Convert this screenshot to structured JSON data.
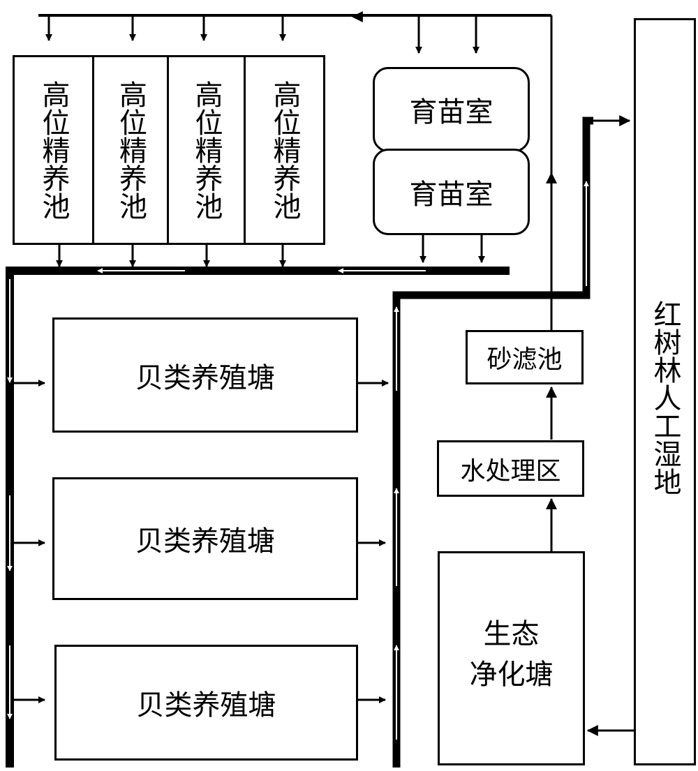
{
  "nodes": {
    "high_pool_1": "高位精养池",
    "high_pool_2": "高位精养池",
    "high_pool_3": "高位精养池",
    "high_pool_4": "高位精养池",
    "nursery_1": "育苗室",
    "nursery_2": "育苗室",
    "shellfish_pond_1": "贝类养殖塘",
    "shellfish_pond_2": "贝类养殖塘",
    "shellfish_pond_3": "贝类养殖塘",
    "sand_filter": "砂滤池",
    "water_treatment": "水处理区",
    "eco_pond_line1": "生态",
    "eco_pond_line2": "净化塘",
    "mangrove_wetland": "红树林人工湿地"
  },
  "colors": {
    "line": "#000000",
    "background": "#ffffff"
  }
}
